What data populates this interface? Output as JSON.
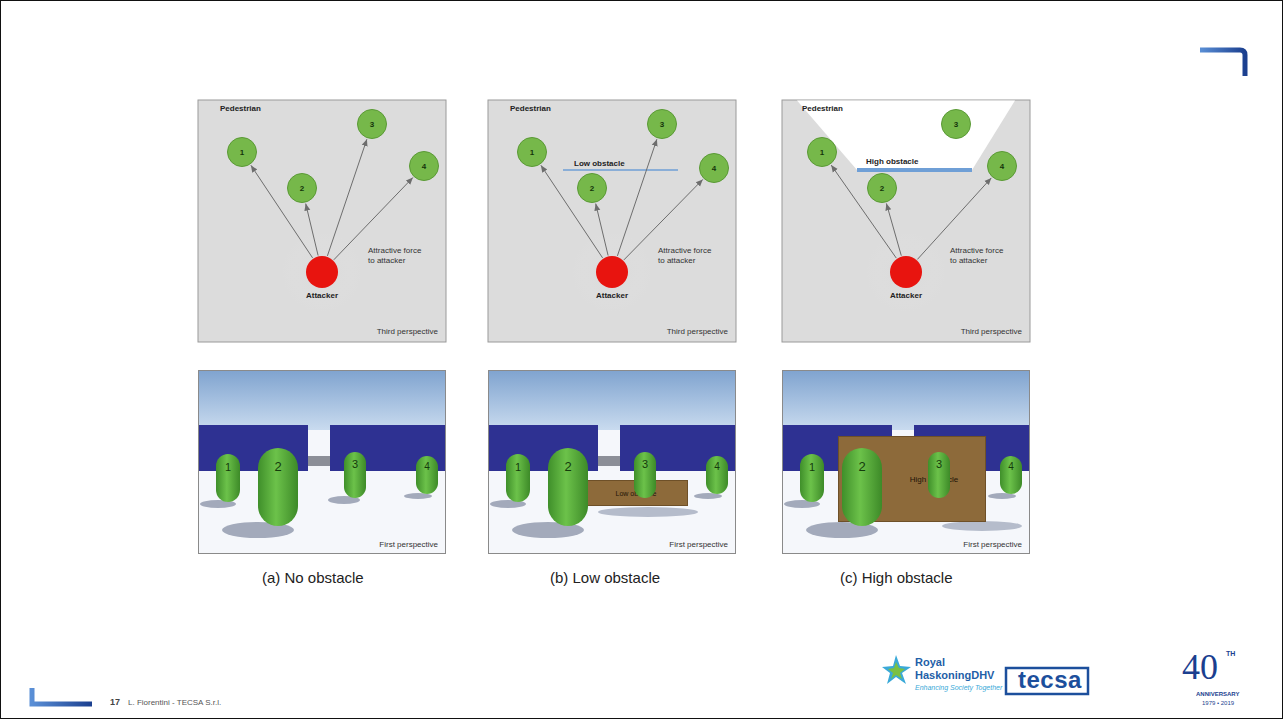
{
  "diagram": {
    "nodes": [
      {
        "text": [
          "Third perspective"
        ]
      },
      {
        "text": [
          "1"
        ],
        "in": 0
      },
      {
        "text": [
          "2"
        ],
        "in": 0
      },
      {
        "text": [
          "3"
        ],
        "in": 0
      },
      {
        "text": [
          "4"
        ],
        "in": 0
      },
      {
        "text": [
          "Attacker"
        ],
        "in": 0
      },
      {
        "text": [
          "First perspective"
        ]
      },
      {
        "text": [
          "1"
        ],
        "in": 6
      },
      {
        "text": [
          "2"
        ],
        "in": 6
      },
      {
        "text": [
          "3"
        ],
        "in": 6
      },
      {
        "text": [
          "4"
        ],
        "in": 6
      },
      {
        "text": [
          "Third perspective"
        ]
      },
      {
        "text": [
          "1"
        ],
        "in": 11
      },
      {
        "text": [
          "2"
        ],
        "in": 11
      },
      {
        "text": [
          "3"
        ],
        "in": 11
      },
      {
        "text": [
          "4"
        ],
        "in": 11
      },
      {
        "text": [
          "Attacker"
        ],
        "in": 11
      },
      {
        "text": [
          "First perspective"
        ]
      },
      {
        "text": [
          "1"
        ],
        "in": 17
      },
      {
        "text": [
          "2"
        ],
        "in": 17
      },
      {
        "text": [
          "3"
        ],
        "in": 17
      },
      {
        "text": [
          "4"
        ],
        "in": 17
      },
      {
        "text": [
          "Low obstacle"
        ],
        "in": 17
      },
      {
        "text": [
          "Third perspective"
        ]
      },
      {
        "text": [
          "1"
        ],
        "in": 23
      },
      {
        "text": [
          "2"
        ],
        "in": 23
      },
      {
        "text": [
          "3"
        ],
        "in": 23
      },
      {
        "text": [
          "4"
        ],
        "in": 23
      },
      {
        "text": [
          "Attacker"
        ],
        "in": 23
      },
      {
        "text": [
          "First perspective"
        ]
      },
      {
        "text": [
          "1"
        ],
        "in": 29
      },
      {
        "text": [
          "2"
        ],
        "in": 29
      },
      {
        "text": [
          "3"
        ],
        "in": 29
      },
      {
        "text": [
          "4"
        ],
        "in": 29
      },
      {
        "text": [
          "High obstacle"
        ],
        "in": 29
      }
    ],
    "edges": [
      {
        "from": 5,
        "to": 1,
        "arrow": "to"
      },
      {
        "from": 5,
        "to": 2,
        "arrow": "to"
      },
      {
        "from": 5,
        "to": 3,
        "arrow": "to"
      },
      {
        "from": 5,
        "to": 4,
        "arrow": "to"
      },
      {
        "from": 16,
        "to": 12,
        "arrow": "to"
      },
      {
        "from": 16,
        "to": 13,
        "arrow": "to"
      },
      {
        "from": 16,
        "to": 14,
        "arrow": "to"
      },
      {
        "from": 16,
        "to": 15,
        "arrow": "to"
      },
      {
        "from": 28,
        "to": 24,
        "arrow": "to"
      },
      {
        "from": 28,
        "to": 25,
        "arrow": "to"
      },
      {
        "from": 28,
        "to": 27,
        "arrow": "to"
      }
    ],
    "labels": [
      "Pedestrian",
      "Attractive force to attacker",
      "Pedestrian",
      "Low obstacle",
      "Attractive force to attacker",
      "Pedestrian",
      "High obstacle",
      "Attractive force to attacker",
      "(a) No obstacle",
      "(b) Low obstacle",
      "(c) High obstacle",
      "17",
      "L. Fiorentini - TECSA S.r.l.",
      "Royal",
      "HaskoningDHV",
      "Enhancing Society Together",
      "tecsa",
      "40",
      "TH",
      "ANNIVERSARY",
      "1979 • 2019"
    ]
  }
}
